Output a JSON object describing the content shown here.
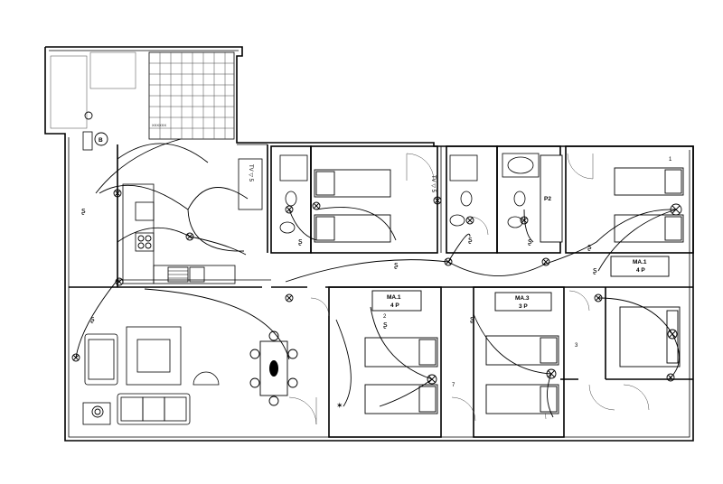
{
  "beds": [
    {
      "id": "MA.1",
      "occupancy": "4 P"
    },
    {
      "id": "MA.3",
      "occupancy": "3 P"
    },
    {
      "id": "MA.1",
      "occupancy": "4 P"
    }
  ],
  "bathroom_labels": [
    {
      "text": "P2"
    }
  ],
  "tags": {
    "entrance": "B",
    "tv_left": "TV ▽ 5",
    "tv_mid": "TV ▽ 5",
    "switch_a": "2",
    "switch_b": "3",
    "switch_c": "7",
    "switch_d": "1"
  },
  "legend_small": "XXXXXX"
}
